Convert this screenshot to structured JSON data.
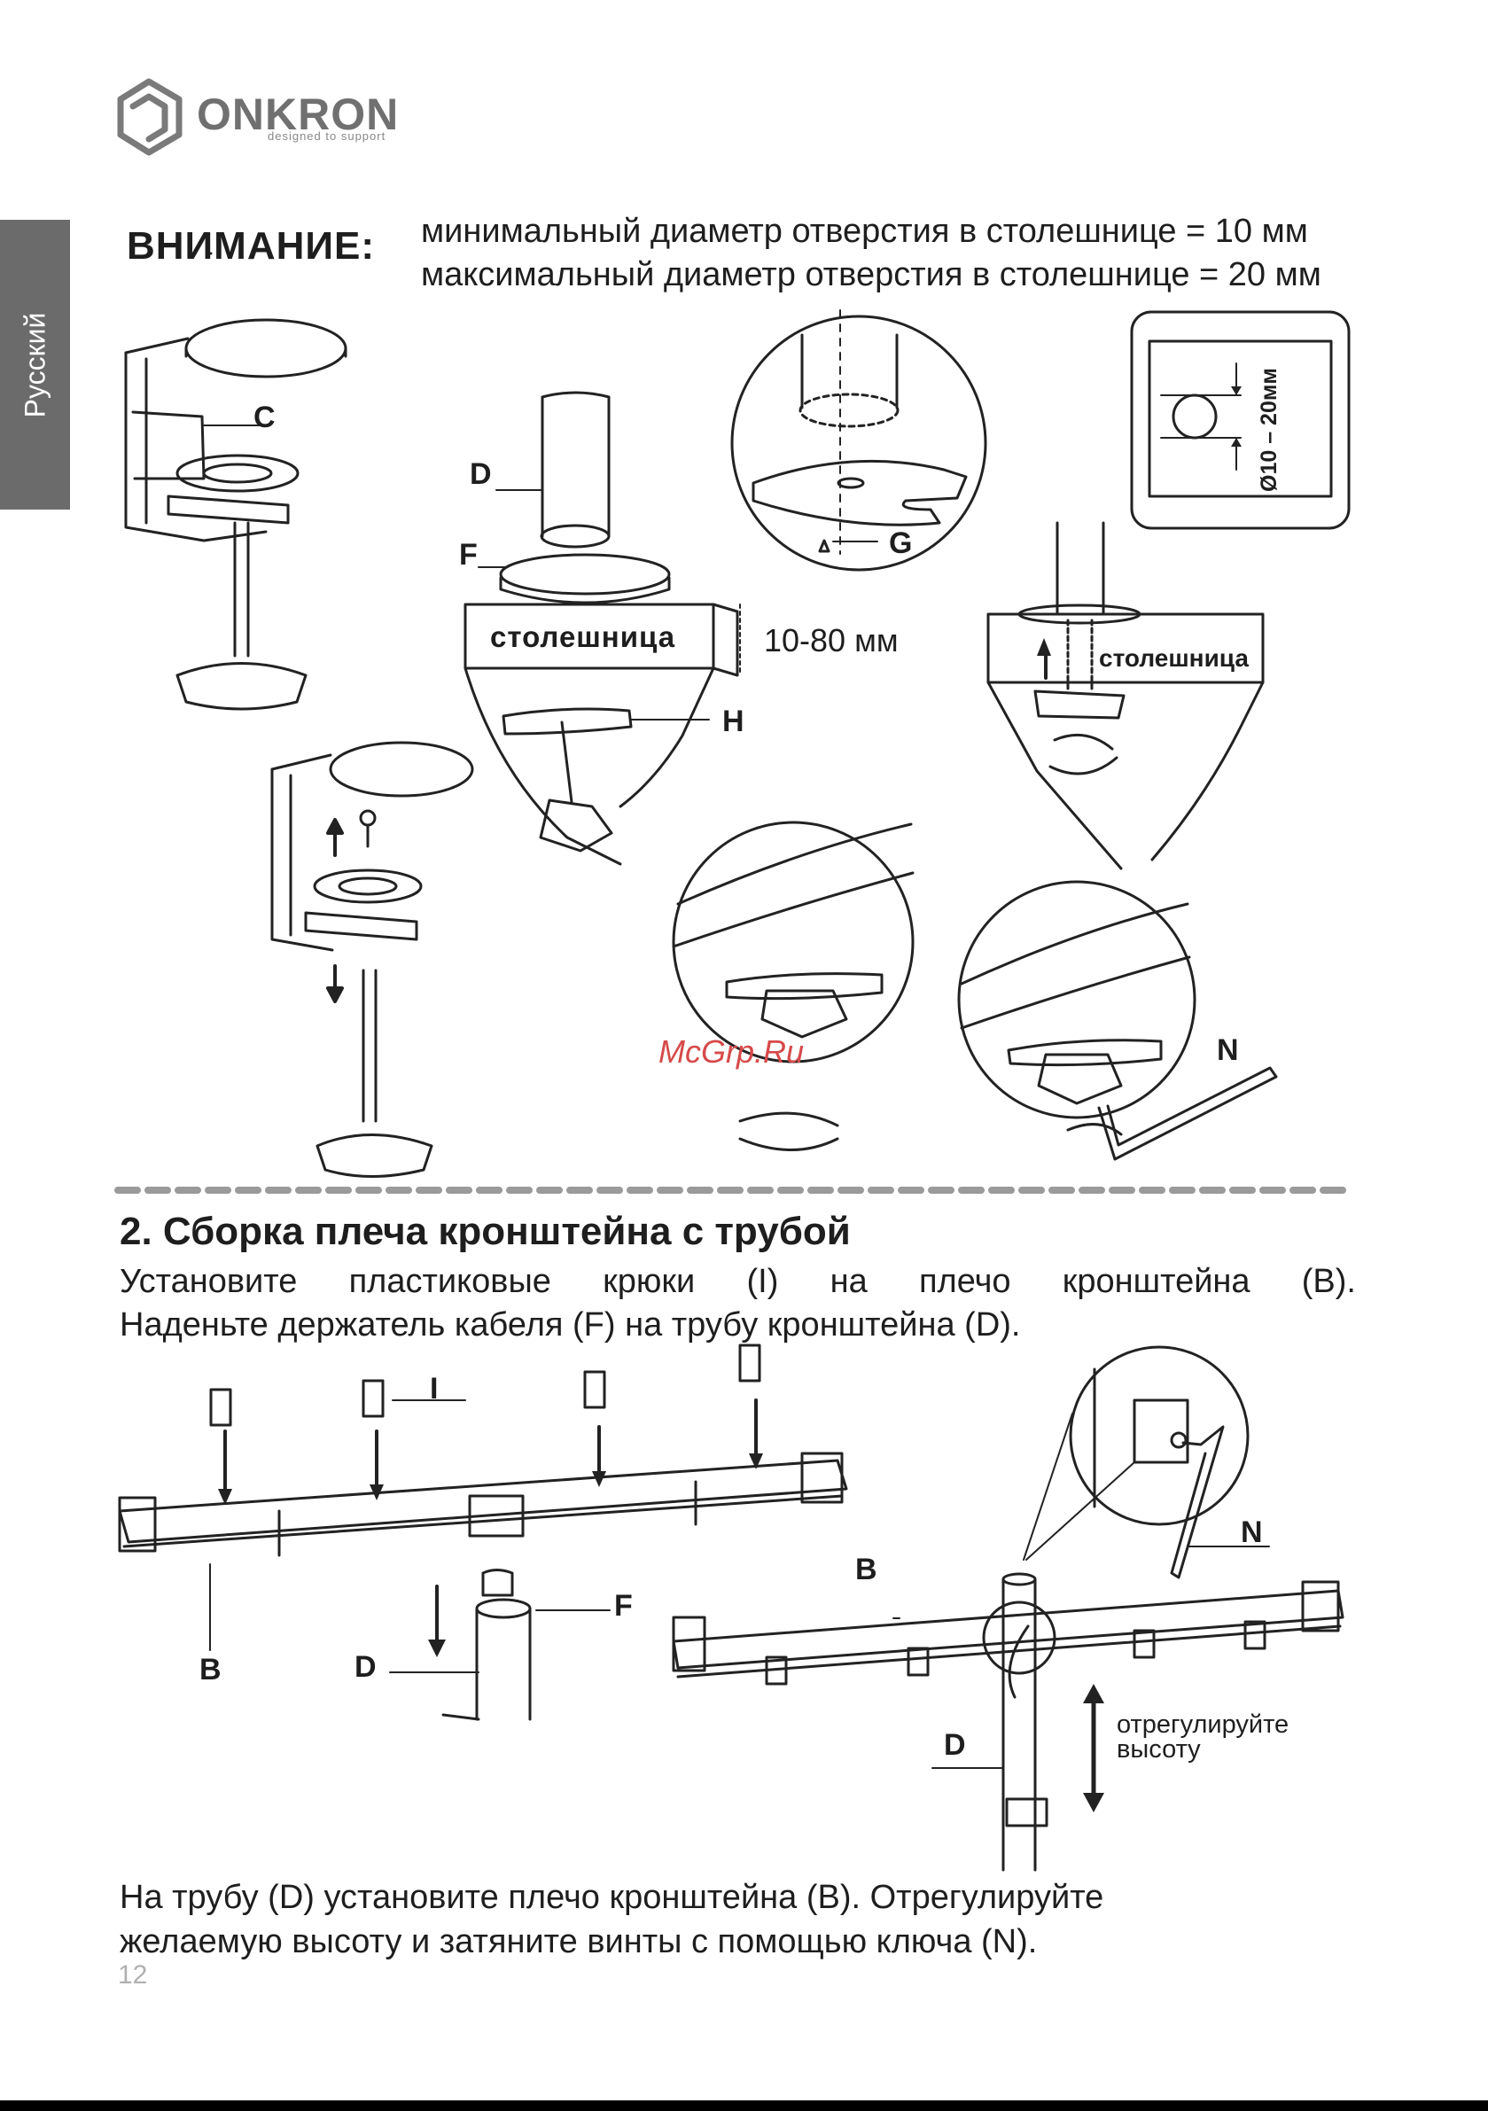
{
  "brand": {
    "name": "ONKRON",
    "tagline": "designed to support"
  },
  "language_tab": "Русский",
  "warning": {
    "title": "ВНИМАНИЕ:",
    "line1": "минимальный диаметр отверстия в столешнице = 10 мм",
    "line2": "максимальный диаметр отверстия в столешнице = 20 мм"
  },
  "step1_labels": {
    "c": "C",
    "d": "D",
    "f": "F",
    "g": "G",
    "h": "H",
    "n": "N",
    "tabletop": "столешница",
    "thickness": "10-80 мм",
    "tabletop_right": "столешница",
    "hole_diameter": "Ø10 – 20мм"
  },
  "watermark": "McGrp.Ru",
  "section2": {
    "title": "2. Сборка плеча кронштейна с трубой",
    "intro_line1": "Установите пластиковые крюки (I) на плечо кронштейна (B).",
    "intro_line2": "Наденьте держатель кабеля (F) на трубу кронштейна (D).",
    "labels": {
      "i": "I",
      "b_left": "B",
      "d_left": "D",
      "f": "F",
      "b_right": "B",
      "d_right": "D",
      "n": "N"
    },
    "adjust_line1": "отрегулируйте",
    "adjust_line2": "высоту",
    "outro_line1": "На трубу (D) установите плечо кронштейна (B). Отрегулируйте",
    "outro_line2": "желаемую высоту и затяните винты с помощью ключа (N)."
  },
  "page_number": "12"
}
